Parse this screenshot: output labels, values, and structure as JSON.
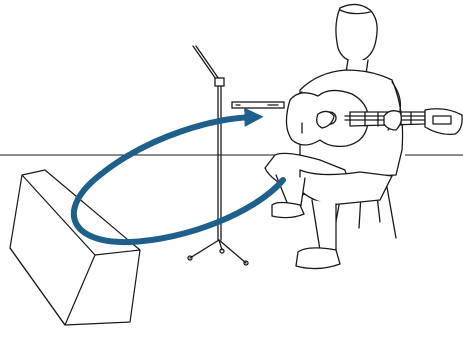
{
  "illustration": {
    "colors": {
      "line": "#1a1a1a",
      "arrow": "#1f5f8b",
      "background": "#ffffff"
    },
    "icons": [
      "speaker-cabinet",
      "microphone-stand",
      "seated-guitarist",
      "chair",
      "feedback-loop-arrow"
    ]
  }
}
